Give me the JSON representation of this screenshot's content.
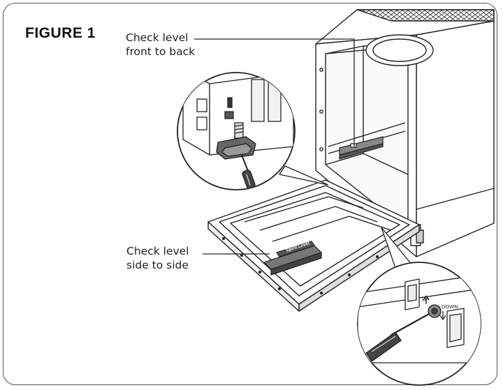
{
  "figure": {
    "title": "FIGURE 1",
    "callouts": [
      {
        "line1": "Check level",
        "line2": "front to back"
      },
      {
        "line1": "Check level",
        "line2": "side to side"
      }
    ],
    "labels": {
      "spirit_level": "Spirit Level",
      "up": "UP",
      "down": "DOWN"
    }
  }
}
